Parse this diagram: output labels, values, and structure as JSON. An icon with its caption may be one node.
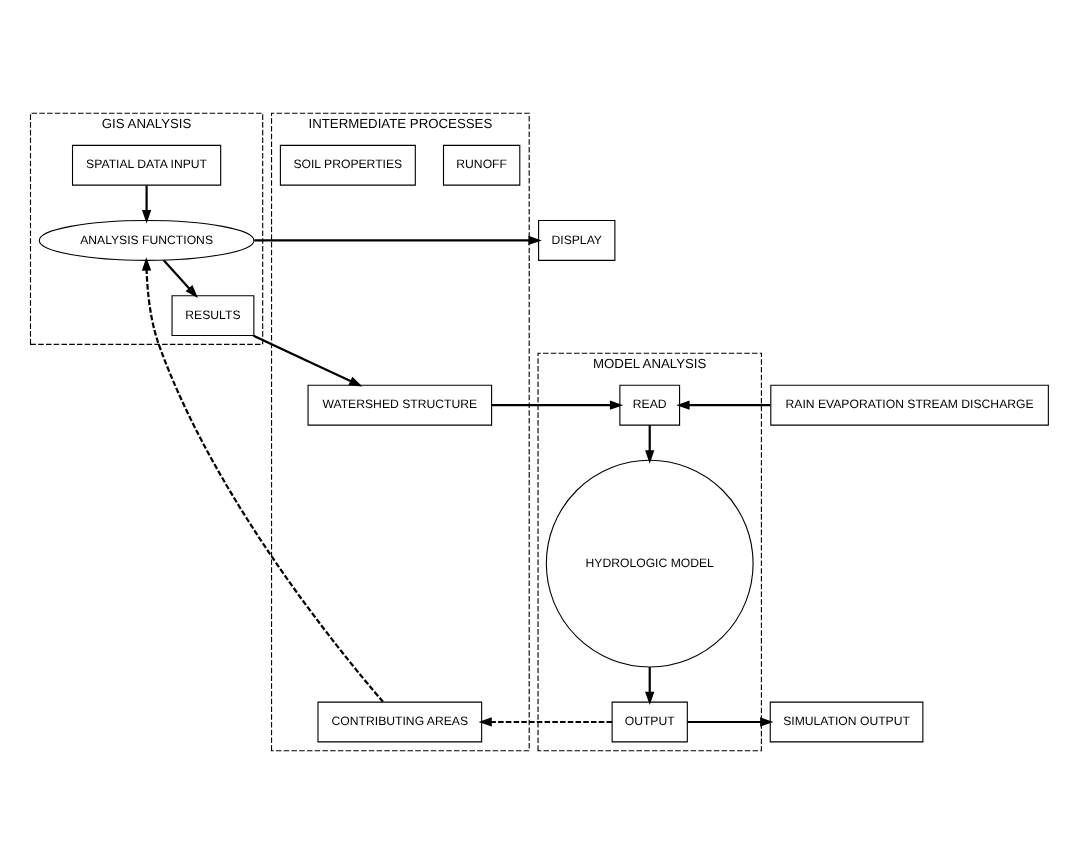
{
  "diagram": {
    "nodes": [
      {
        "text": [
          "GIS ANALYSIS"
        ]
      },
      {
        "text": [
          "SPATIAL DATA INPUT"
        ],
        "in": 0
      },
      {
        "text": [
          "ANALYSIS FUNCTIONS"
        ],
        "in": 0
      },
      {
        "text": [
          "RESULTS"
        ],
        "in": 0
      },
      {
        "text": [
          "INTERMEDIATE PROCESSES"
        ]
      },
      {
        "text": [
          "RUNOFF"
        ],
        "in": 4
      },
      {
        "text": [
          "CONTRIBUTING AREAS"
        ],
        "in": 4
      },
      {
        "text": [
          "SOIL PROPERTIES"
        ],
        "in": 4
      },
      {
        "text": [
          "WATERSHED STRUCTURE"
        ],
        "in": 4
      },
      {
        "text": [
          "MODEL ANALYSIS"
        ]
      },
      {
        "text": [
          "OUTPUT"
        ],
        "in": 9
      },
      {
        "text": [
          "HYDROLOGIC MODEL"
        ],
        "in": 9
      },
      {
        "text": [
          "READ"
        ],
        "in": 9
      },
      {
        "text": [
          "SIMULATION OUTPUT"
        ]
      },
      {
        "text": [
          "DISPLAY"
        ]
      },
      {
        "text": [
          "RAIN EVAPORATION STREAM DISCHARGE"
        ]
      }
    ],
    "edges": [
      {
        "from": 1,
        "to": 2,
        "arrow": "to"
      },
      {
        "from": 2,
        "to": 3,
        "arrow": "to"
      },
      {
        "from": 2,
        "to": 14,
        "arrow": "to"
      },
      {
        "from": 3,
        "to": 8,
        "arrow": "to"
      },
      {
        "from": 8,
        "to": 12,
        "arrow": "to"
      },
      {
        "from": 15,
        "to": 12,
        "arrow": "to"
      },
      {
        "from": 12,
        "to": 11,
        "arrow": "to"
      },
      {
        "from": 11,
        "to": 10,
        "arrow": "to"
      },
      {
        "from": 10,
        "to": 13,
        "arrow": "to"
      },
      {
        "from": 10,
        "to": 6,
        "arrow": "to",
        "style": "dashed"
      },
      {
        "from": 6,
        "to": 2,
        "arrow": "to",
        "style": "dashed"
      }
    ]
  }
}
